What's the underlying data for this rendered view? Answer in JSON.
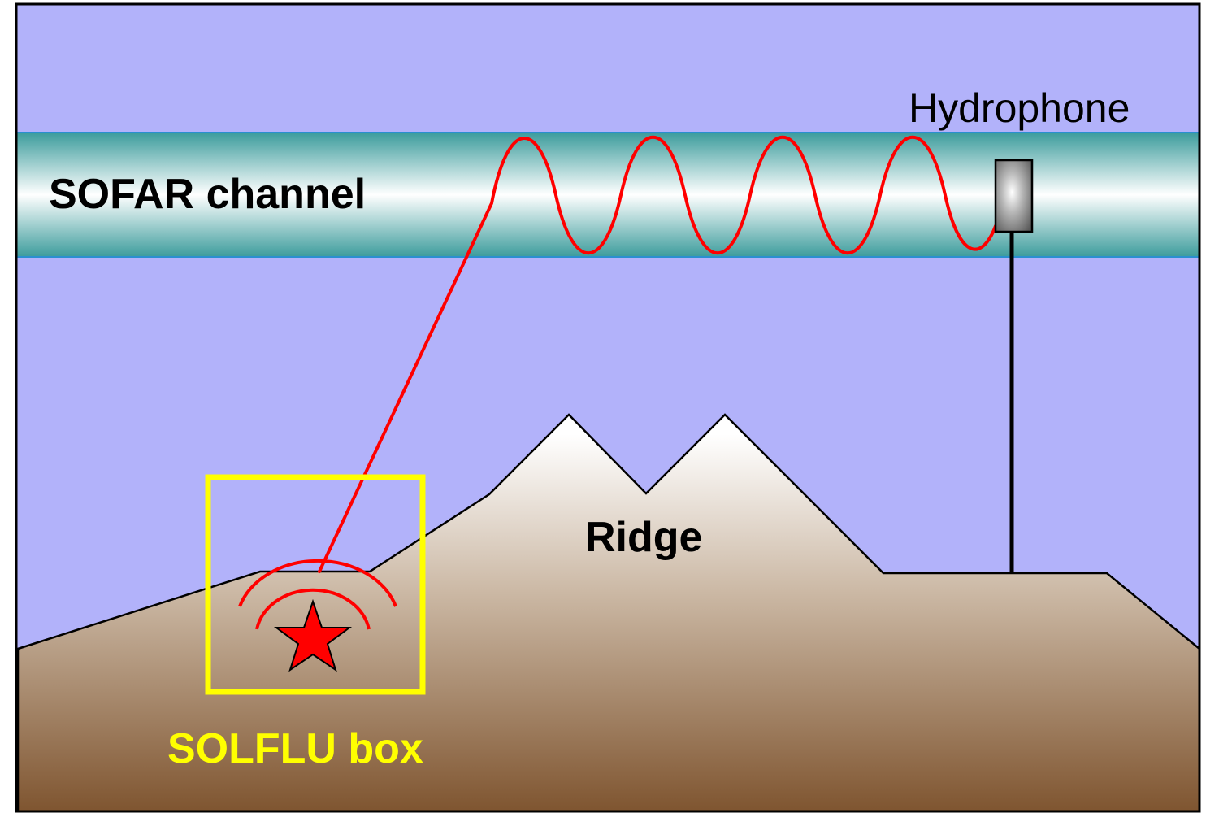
{
  "labels": {
    "sofar": "SOFAR channel",
    "hydrophone": "Hydrophone",
    "ridge": "Ridge",
    "solflu": "SOLFLU box"
  },
  "colors": {
    "water": "#b2b2fa",
    "channel_edge": "#3c9c9c",
    "channel_center": "#ffffff",
    "seafloor_top": "#ffffff",
    "seafloor_bottom": "#7f5530",
    "wave": "#ff0000",
    "solflu": "#ffff00",
    "star": "#ff0000",
    "text": "#000000"
  },
  "icons": {
    "source": "star-icon",
    "instrument": "hydrophone-icon"
  }
}
